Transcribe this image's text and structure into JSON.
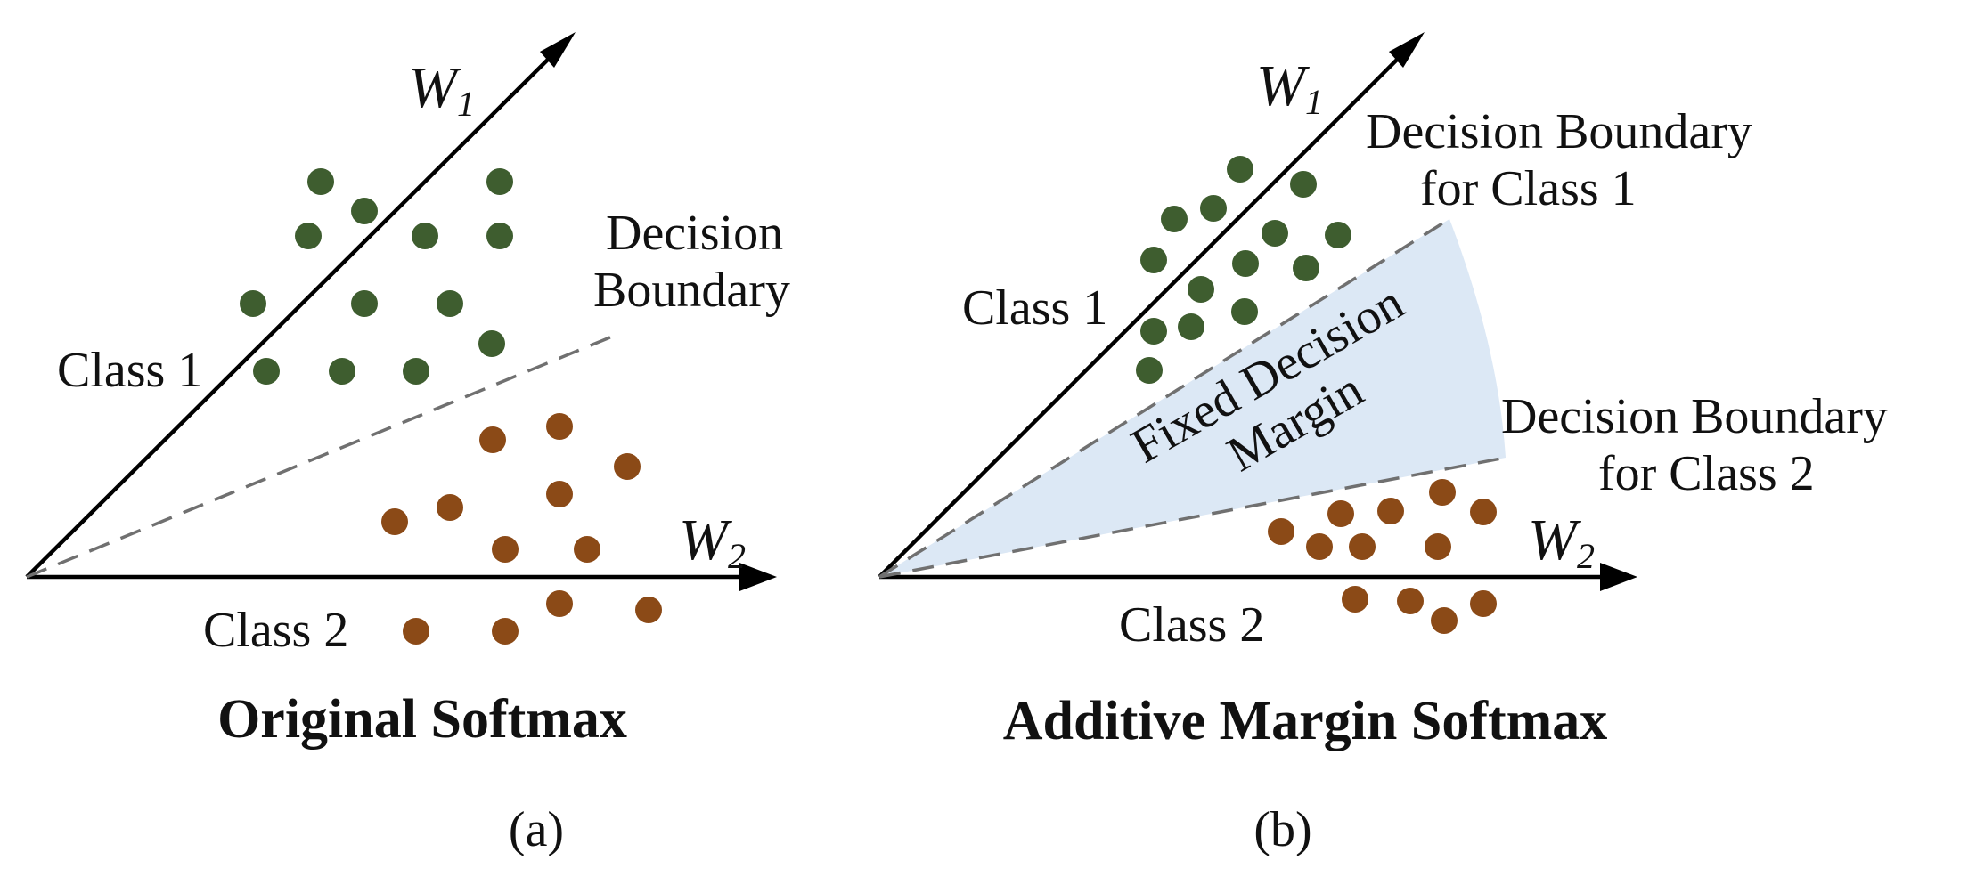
{
  "colors": {
    "class1": "#3e5d2f",
    "class2": "#8b4a17",
    "margin_fill": "#dce8f5",
    "axis": "#000000",
    "boundary": "#707070"
  },
  "panel_a": {
    "w1": "W",
    "w1_sub": "1",
    "w2": "W",
    "w2_sub": "2",
    "class1_label": "Class 1",
    "class2_label": "Class 2",
    "boundary_label_line1": "Decision",
    "boundary_label_line2": "Boundary",
    "title": "Original Softmax",
    "caption": "(a)"
  },
  "panel_b": {
    "w1": "W",
    "w1_sub": "1",
    "w2": "W",
    "w2_sub": "2",
    "class1_label": "Class 1",
    "class2_label": "Class 2",
    "boundary1_line1": "Decision Boundary",
    "boundary1_line2": "for Class 1",
    "boundary2_line1": "Decision Boundary",
    "boundary2_line2": "for Class 2",
    "margin_line1": "Fixed Decision",
    "margin_line2": "Margin",
    "title": "Additive Margin Softmax",
    "caption": "(b)"
  }
}
